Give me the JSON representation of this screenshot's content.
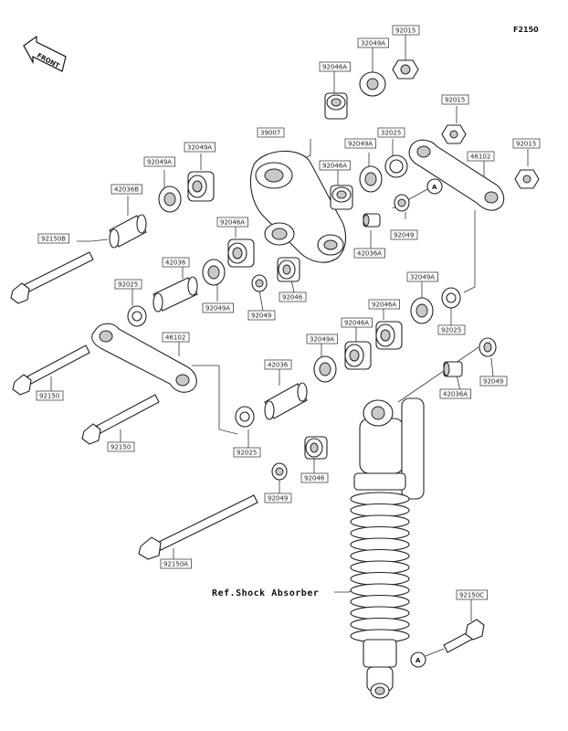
{
  "figure_code": "F2150",
  "front_label": "FRONT",
  "reference_text": "Ref.Shock Absorber",
  "connector_label": "A",
  "part_labels": {
    "p92015_top": "92015",
    "p32049A_top": "32049A",
    "p92046A_top": "92046A",
    "p39007": "39007",
    "p92015_right": "92015",
    "p92015_far": "92015",
    "p32025": "32025",
    "p92049A_mid": "92049A",
    "p46102_right": "46102",
    "p32049A_left": "32049A",
    "p92049A_left": "92049A",
    "p92046A_mid": "92046A",
    "p42036B": "42036B",
    "p92046A_low": "92046A",
    "p92049": "92049",
    "p42036A_mid": "42036A",
    "p92150B": "92150B",
    "p42036": "42036",
    "p92025_left": "92025",
    "p92049A_low": "92049A",
    "p92049_low": "92049",
    "p92046_mid": "92046",
    "p32049A_r": "32049A",
    "p92046A_r": "92046A",
    "p92025_r": "92025",
    "p46102_left": "46102",
    "p32049A_c": "32049A",
    "p92046A_c": "92046A",
    "p42036_c": "42036",
    "p92150": "92150",
    "p42036A_low": "42036A",
    "p92049_r": "92049",
    "p92150_low": "92150",
    "p92025_low": "92025",
    "p92046_low": "92046",
    "p92049_low2": "92049",
    "p92150A": "92150A",
    "p92150C": "92150C"
  }
}
